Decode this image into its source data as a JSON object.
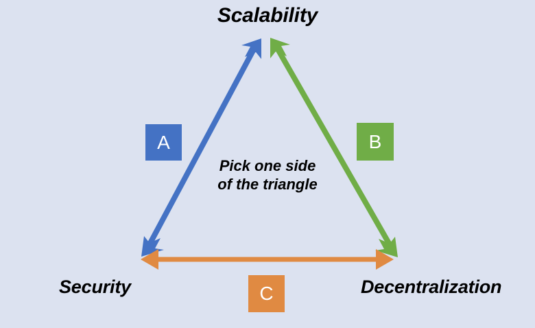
{
  "diagram": {
    "title_text": "Scalability",
    "background_color": "#dce2f0",
    "center_note_line1": "Pick one side",
    "center_note_line2": "of the triangle",
    "vertices": [
      {
        "id": "scalability",
        "label": "Scalability",
        "position": "top"
      },
      {
        "id": "security",
        "label": "Security",
        "position": "bottom-left"
      },
      {
        "id": "decentralization",
        "label": "Decentralization",
        "position": "bottom-right"
      }
    ],
    "sides": [
      {
        "id": "a",
        "label": "A",
        "color": "#4472c4",
        "connects": "Security - Scalability",
        "arrow": "double-headed"
      },
      {
        "id": "b",
        "label": "B",
        "color": "#70ad47",
        "connects": "Scalability - Decentralization",
        "arrow": "double-headed"
      },
      {
        "id": "c",
        "label": "C",
        "color": "#e08a42",
        "connects": "Security - Decentralization",
        "arrow": "double-headed"
      }
    ]
  },
  "chart_data": {
    "type": "diagram",
    "title": "Scalability",
    "nodes": [
      "Scalability",
      "Security",
      "Decentralization"
    ],
    "edges": [
      {
        "label": "A",
        "from": "Security",
        "to": "Scalability",
        "color": "#4472c4"
      },
      {
        "label": "B",
        "from": "Scalability",
        "to": "Decentralization",
        "color": "#70ad47"
      },
      {
        "label": "C",
        "from": "Security",
        "to": "Decentralization",
        "color": "#e08a42"
      }
    ],
    "annotation": "Pick one side of the triangle"
  }
}
